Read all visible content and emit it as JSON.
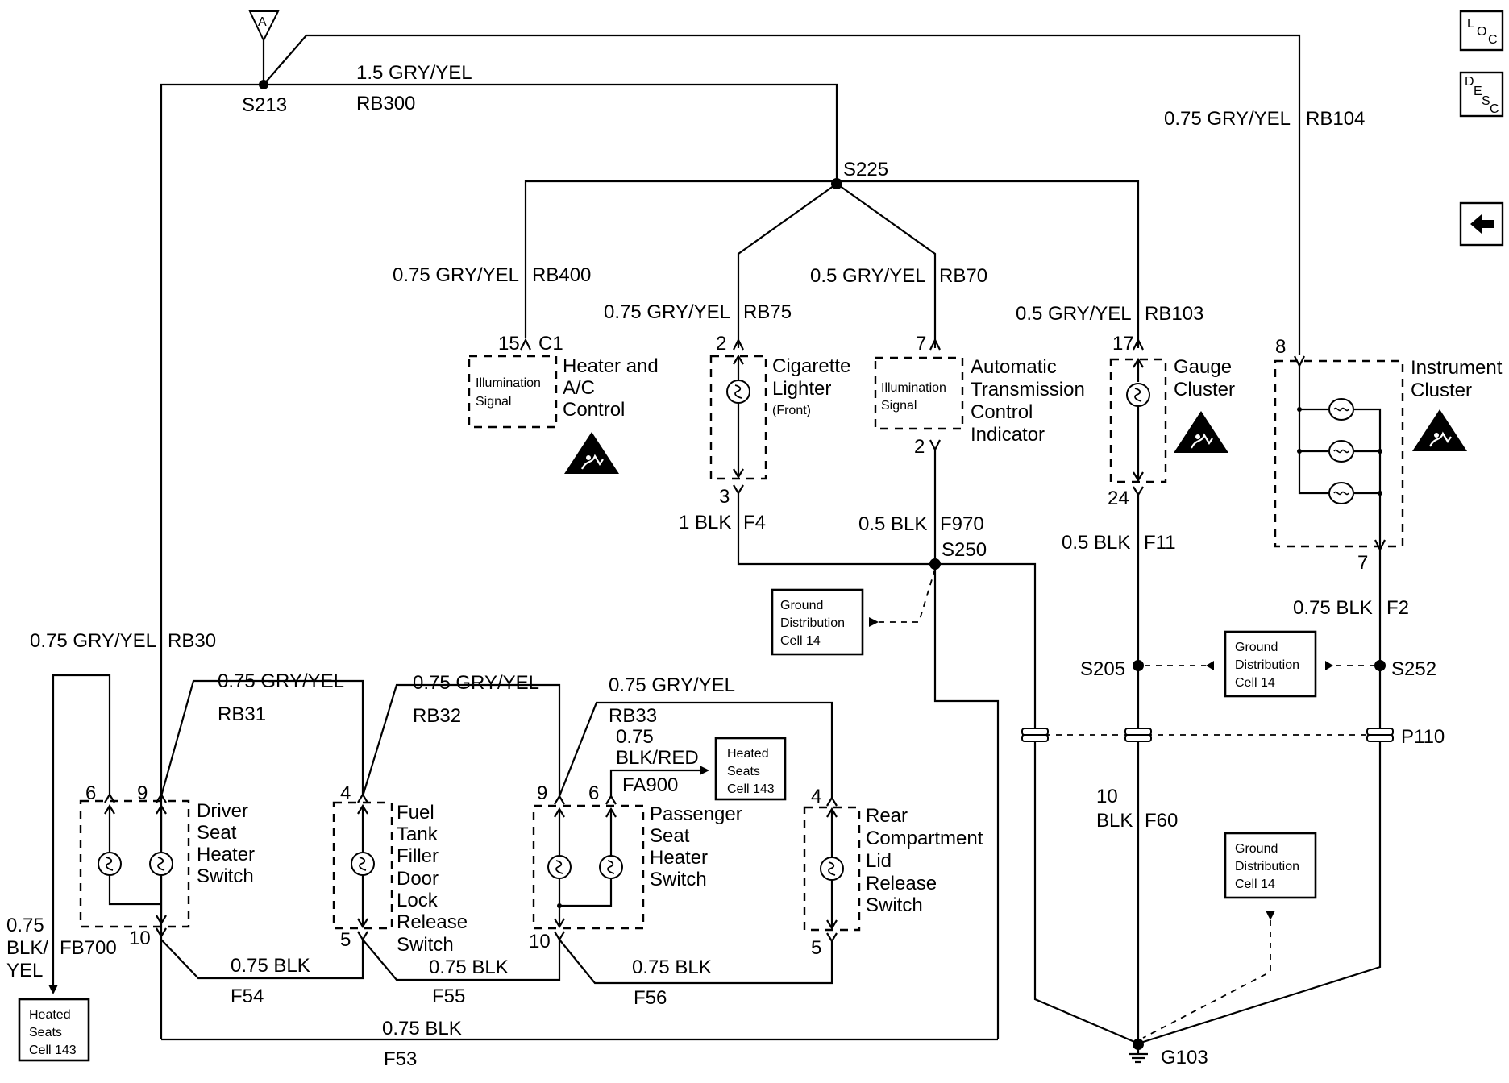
{
  "nav": {
    "loc_label": "LOC",
    "desc_label": "DESC",
    "back_arrow": "←"
  },
  "antenna_label": "A",
  "wires": {
    "w1": "1.5 GRY/YEL",
    "w1_id": "RB300",
    "w_rb104_size": "0.75 GRY/YEL",
    "w_rb104": "RB104",
    "w_rb400_size": "0.75 GRY/YEL",
    "w_rb400": "RB400",
    "w_rb75_size": "0.75 GRY/YEL",
    "w_rb75": "RB75",
    "w_rb70_size": "0.5 GRY/YEL",
    "w_rb70": "RB70",
    "w_rb103_size": "0.5 GRY/YEL",
    "w_rb103": "RB103",
    "w_f4_size": "1 BLK",
    "w_f4": "F4",
    "w_f970_size": "0.5 BLK",
    "w_f970": "F970",
    "w_f11_size": "0.5 BLK",
    "w_f11": "F11",
    "w_f2_size": "0.75 BLK",
    "w_f2": "F2",
    "w_rb30_size": "0.75 GRY/YEL",
    "w_rb30": "RB30",
    "w_rb31_size": "0.75 GRY/YEL",
    "w_rb31": "RB31",
    "w_rb32_size": "0.75 GRY/YEL",
    "w_rb32": "RB32",
    "w_rb33_size": "0.75 GRY/YEL",
    "w_rb33": "RB33",
    "w_fa900_size_1": "0.75",
    "w_fa900_size_2": "BLK/RED",
    "w_fa900": "FA900",
    "w_f60_size_1": "10",
    "w_f60_size_2": "BLK",
    "w_f60": "F60",
    "w_fb700_size_1": "0.75",
    "w_fb700_size_2": "BLK/",
    "w_fb700_size_3": "YEL",
    "w_fb700": "FB700",
    "w_f54_size": "0.75 BLK",
    "w_f54": "F54",
    "w_f55_size": "0.75 BLK",
    "w_f55": "F55",
    "w_f56_size": "0.75 BLK",
    "w_f56": "F56",
    "w_f53_size": "0.75 BLK",
    "w_f53": "F53"
  },
  "splices": {
    "s213": "S213",
    "s225": "S225",
    "s250": "S250",
    "s205": "S205",
    "s252": "S252",
    "p110": "P110",
    "g103": "G103"
  },
  "pins": {
    "hvac_15": "15",
    "hvac_c1": "C1",
    "cig_2": "2",
    "cig_3": "3",
    "atci_7": "7",
    "atci_2": "2",
    "gauge_17": "17",
    "gauge_24": "24",
    "ic_8": "8",
    "ic_7": "7",
    "dseat_6": "6",
    "dseat_9": "9",
    "dseat_10": "10",
    "fuel_4": "4",
    "fuel_5": "5",
    "pseat_9": "9",
    "pseat_6": "6",
    "pseat_10": "10",
    "rear_4": "4",
    "rear_5": "5"
  },
  "components": {
    "hvac": {
      "signal_1": "Illumination",
      "signal_2": "Signal",
      "l1": "Heater and",
      "l2": "A/C",
      "l3": "Control"
    },
    "cig": {
      "l1": "Cigarette",
      "l2": "Lighter",
      "l3": "(Front)"
    },
    "atci": {
      "signal_1": "Illumination",
      "signal_2": "Signal",
      "l1": "Automatic",
      "l2": "Transmission",
      "l3": "Control",
      "l4": "Indicator"
    },
    "gauge": {
      "l1": "Gauge",
      "l2": "Cluster"
    },
    "ic": {
      "l1": "Instrument",
      "l2": "Cluster"
    },
    "dseat": {
      "l1": "Driver",
      "l2": "Seat",
      "l3": "Heater",
      "l4": "Switch"
    },
    "fuel": {
      "l1": "Fuel",
      "l2": "Tank",
      "l3": "Filler",
      "l4": "Door",
      "l5": "Lock",
      "l6": "Release",
      "l7": "Switch"
    },
    "pseat": {
      "l1": "Passenger",
      "l2": "Seat",
      "l3": "Heater",
      "l4": "Switch"
    },
    "rear": {
      "l1": "Rear",
      "l2": "Compartment",
      "l3": "Lid",
      "l4": "Release",
      "l5": "Switch"
    }
  },
  "refs": {
    "gd1": {
      "l1": "Ground",
      "l2": "Distribution",
      "l3": "Cell 14"
    },
    "gd2": {
      "l1": "Ground",
      "l2": "Distribution",
      "l3": "Cell 14"
    },
    "gd3": {
      "l1": "Ground",
      "l2": "Distribution",
      "l3": "Cell 14"
    },
    "hs1": {
      "l1": "Heated",
      "l2": "Seats",
      "l3": "Cell 143"
    },
    "hs2": {
      "l1": "Heated",
      "l2": "Seats",
      "l3": "Cell 143"
    }
  }
}
